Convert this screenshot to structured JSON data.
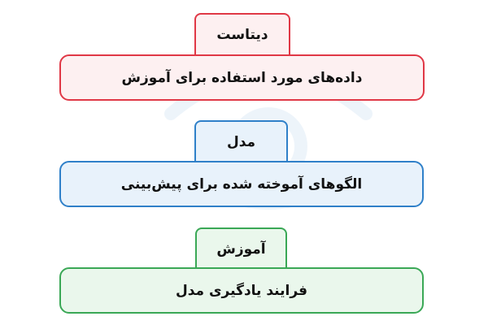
{
  "diagram": {
    "blocks": [
      {
        "tag_label": "دیتاست",
        "box_label": "داده‌های مورد استفاده برای آموزش",
        "color": "#e03846",
        "fill": "#fdf0f1"
      },
      {
        "tag_label": "مدل",
        "box_label": "الگوهای آموخته شده برای پیش‌بینی",
        "color": "#2f80c9",
        "fill": "#e8f2fb"
      },
      {
        "tag_label": "آموزش",
        "box_label": "فرایند یادگیری مدل",
        "color": "#3aa856",
        "fill": "#eaf7ec"
      }
    ]
  }
}
